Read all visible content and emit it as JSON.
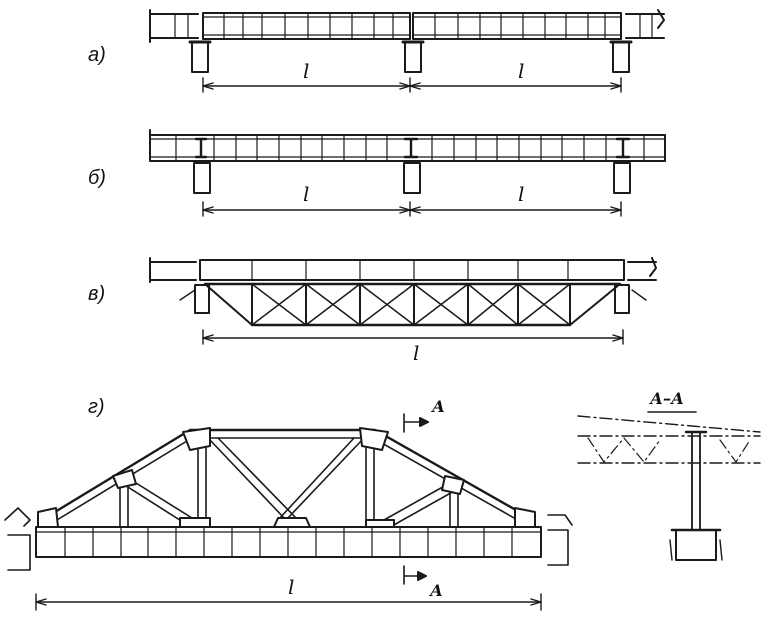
{
  "labels": {
    "a": "а)",
    "b": "б)",
    "v": "в)",
    "g": "г)"
  },
  "span": "l",
  "section": {
    "title": "А–А",
    "cut_letter": "А"
  },
  "ink": "#1a1a1a"
}
